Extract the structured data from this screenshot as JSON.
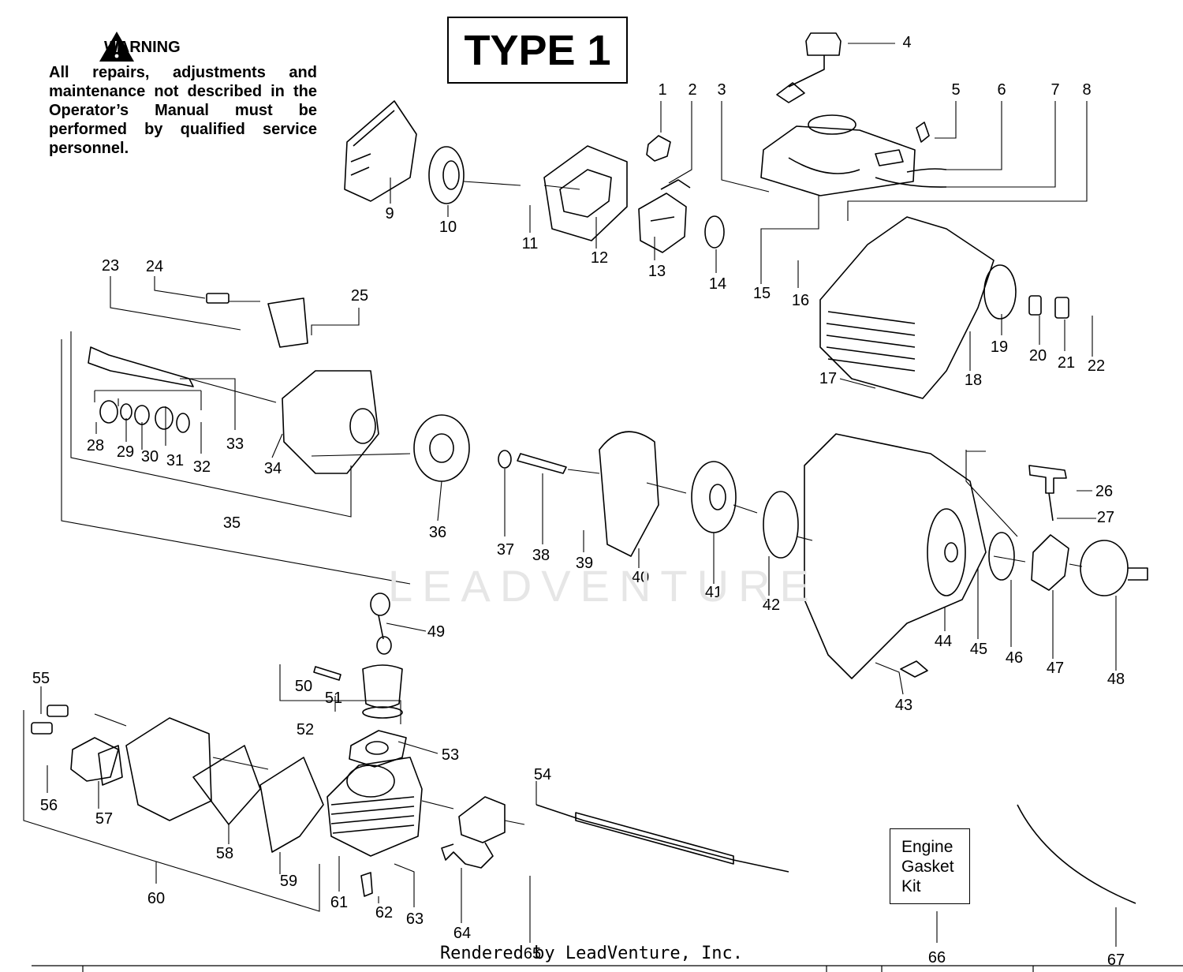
{
  "warning": {
    "title": "WARNING",
    "text": "All repairs, adjustments and maintenance not described in the Operator’s Manual must be performed by qualified service personnel."
  },
  "type_label": "TYPE 1",
  "kit_label": [
    "Engine",
    "Gasket",
    "Kit"
  ],
  "watermark": "LEADVENTURE",
  "footer": "Rendered by LeadVenture, Inc.",
  "callouts": [
    "1",
    "2",
    "3",
    "4",
    "5",
    "6",
    "7",
    "8",
    "9",
    "10",
    "11",
    "12",
    "13",
    "14",
    "15",
    "16",
    "17",
    "18",
    "19",
    "20",
    "21",
    "22",
    "23",
    "24",
    "25",
    "26",
    "27",
    "28",
    "29",
    "30",
    "31",
    "32",
    "33",
    "34",
    "35",
    "36",
    "37",
    "38",
    "39",
    "40",
    "41",
    "42",
    "43",
    "44",
    "45",
    "46",
    "47",
    "48",
    "49",
    "50",
    "51",
    "52",
    "53",
    "54",
    "55",
    "56",
    "57",
    "58",
    "59",
    "60",
    "61",
    "62",
    "63",
    "64",
    "65",
    "66",
    "67"
  ]
}
